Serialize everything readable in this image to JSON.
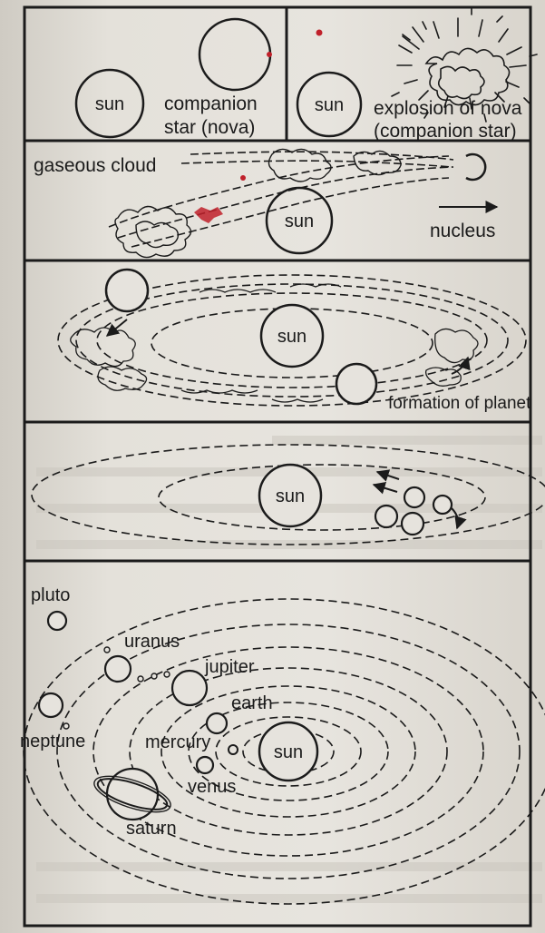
{
  "panel1": {
    "sun": "sun",
    "companion_line1": "companion",
    "companion_line2": "star (nova)"
  },
  "panel2": {
    "sun": "sun",
    "explosion_line1": "explosion of nova",
    "explosion_line2": "(companion star)"
  },
  "panel3": {
    "gaseous_cloud": "gaseous cloud",
    "sun": "sun",
    "nucleus": "nucleus"
  },
  "panel4": {
    "sun": "sun",
    "formation_of_planet": "formation of planet"
  },
  "panel5": {
    "sun": "sun"
  },
  "panel6": {
    "pluto": "pluto",
    "uranus": "uranus",
    "jupiter": "jupiter",
    "earth": "earth",
    "mercury": "mercury",
    "sun": "sun",
    "neptune": "neptune",
    "venus": "venus",
    "saturn": "saturn"
  },
  "colors": {
    "ink": "#1b1b1b",
    "paper": "#e6e3dd",
    "red_speck": "#c0202a"
  }
}
